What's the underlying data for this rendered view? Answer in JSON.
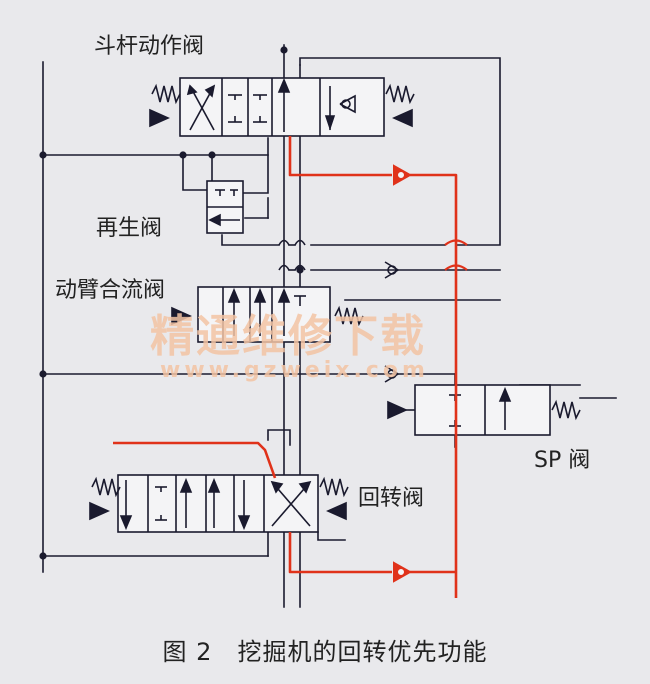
{
  "labels": {
    "bucket_valve": "斗杆动作阀",
    "regen_valve": "再生阀",
    "boom_merge_valve": "动臂合流阀",
    "swing_valve": "回转阀",
    "sp_valve": "SP 阀"
  },
  "watermark": {
    "text": "精通维修下载",
    "url": "www.gzweix.com"
  },
  "caption": "图 2　挖掘机的回转优先功能",
  "colors": {
    "line": "#1a1a2e",
    "pressure": "#e0321a",
    "background": "#e9e9ec",
    "watermark": "#f3c4a4"
  }
}
